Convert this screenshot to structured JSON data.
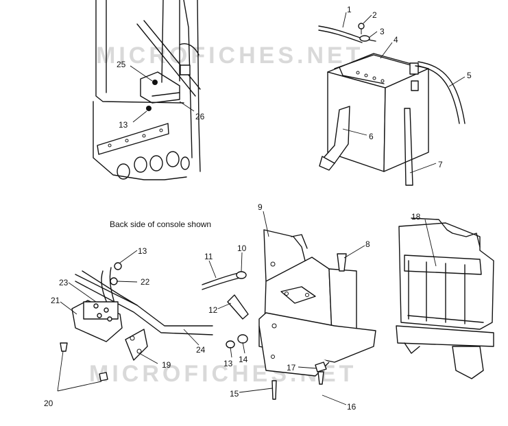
{
  "caption": "Back side of console shown",
  "watermark": "MICROFICHES.NET",
  "callouts": [
    {
      "id": "1",
      "label": "1"
    },
    {
      "id": "2",
      "label": "2"
    },
    {
      "id": "3",
      "label": "3"
    },
    {
      "id": "4",
      "label": "4"
    },
    {
      "id": "5",
      "label": "5"
    },
    {
      "id": "6",
      "label": "6"
    },
    {
      "id": "7",
      "label": "7"
    },
    {
      "id": "8",
      "label": "8"
    },
    {
      "id": "9",
      "label": "9"
    },
    {
      "id": "10",
      "label": "10"
    },
    {
      "id": "11",
      "label": "11"
    },
    {
      "id": "12",
      "label": "12"
    },
    {
      "id": "13a",
      "label": "13"
    },
    {
      "id": "13b",
      "label": "13"
    },
    {
      "id": "13c",
      "label": "13"
    },
    {
      "id": "14",
      "label": "14"
    },
    {
      "id": "15",
      "label": "15"
    },
    {
      "id": "16",
      "label": "16"
    },
    {
      "id": "17",
      "label": "17"
    },
    {
      "id": "18",
      "label": "18"
    },
    {
      "id": "19",
      "label": "19"
    },
    {
      "id": "20",
      "label": "20"
    },
    {
      "id": "21",
      "label": "21"
    },
    {
      "id": "22",
      "label": "22"
    },
    {
      "id": "23",
      "label": "23"
    },
    {
      "id": "24",
      "label": "24"
    },
    {
      "id": "25",
      "label": "25"
    },
    {
      "id": "26",
      "label": "26"
    }
  ]
}
